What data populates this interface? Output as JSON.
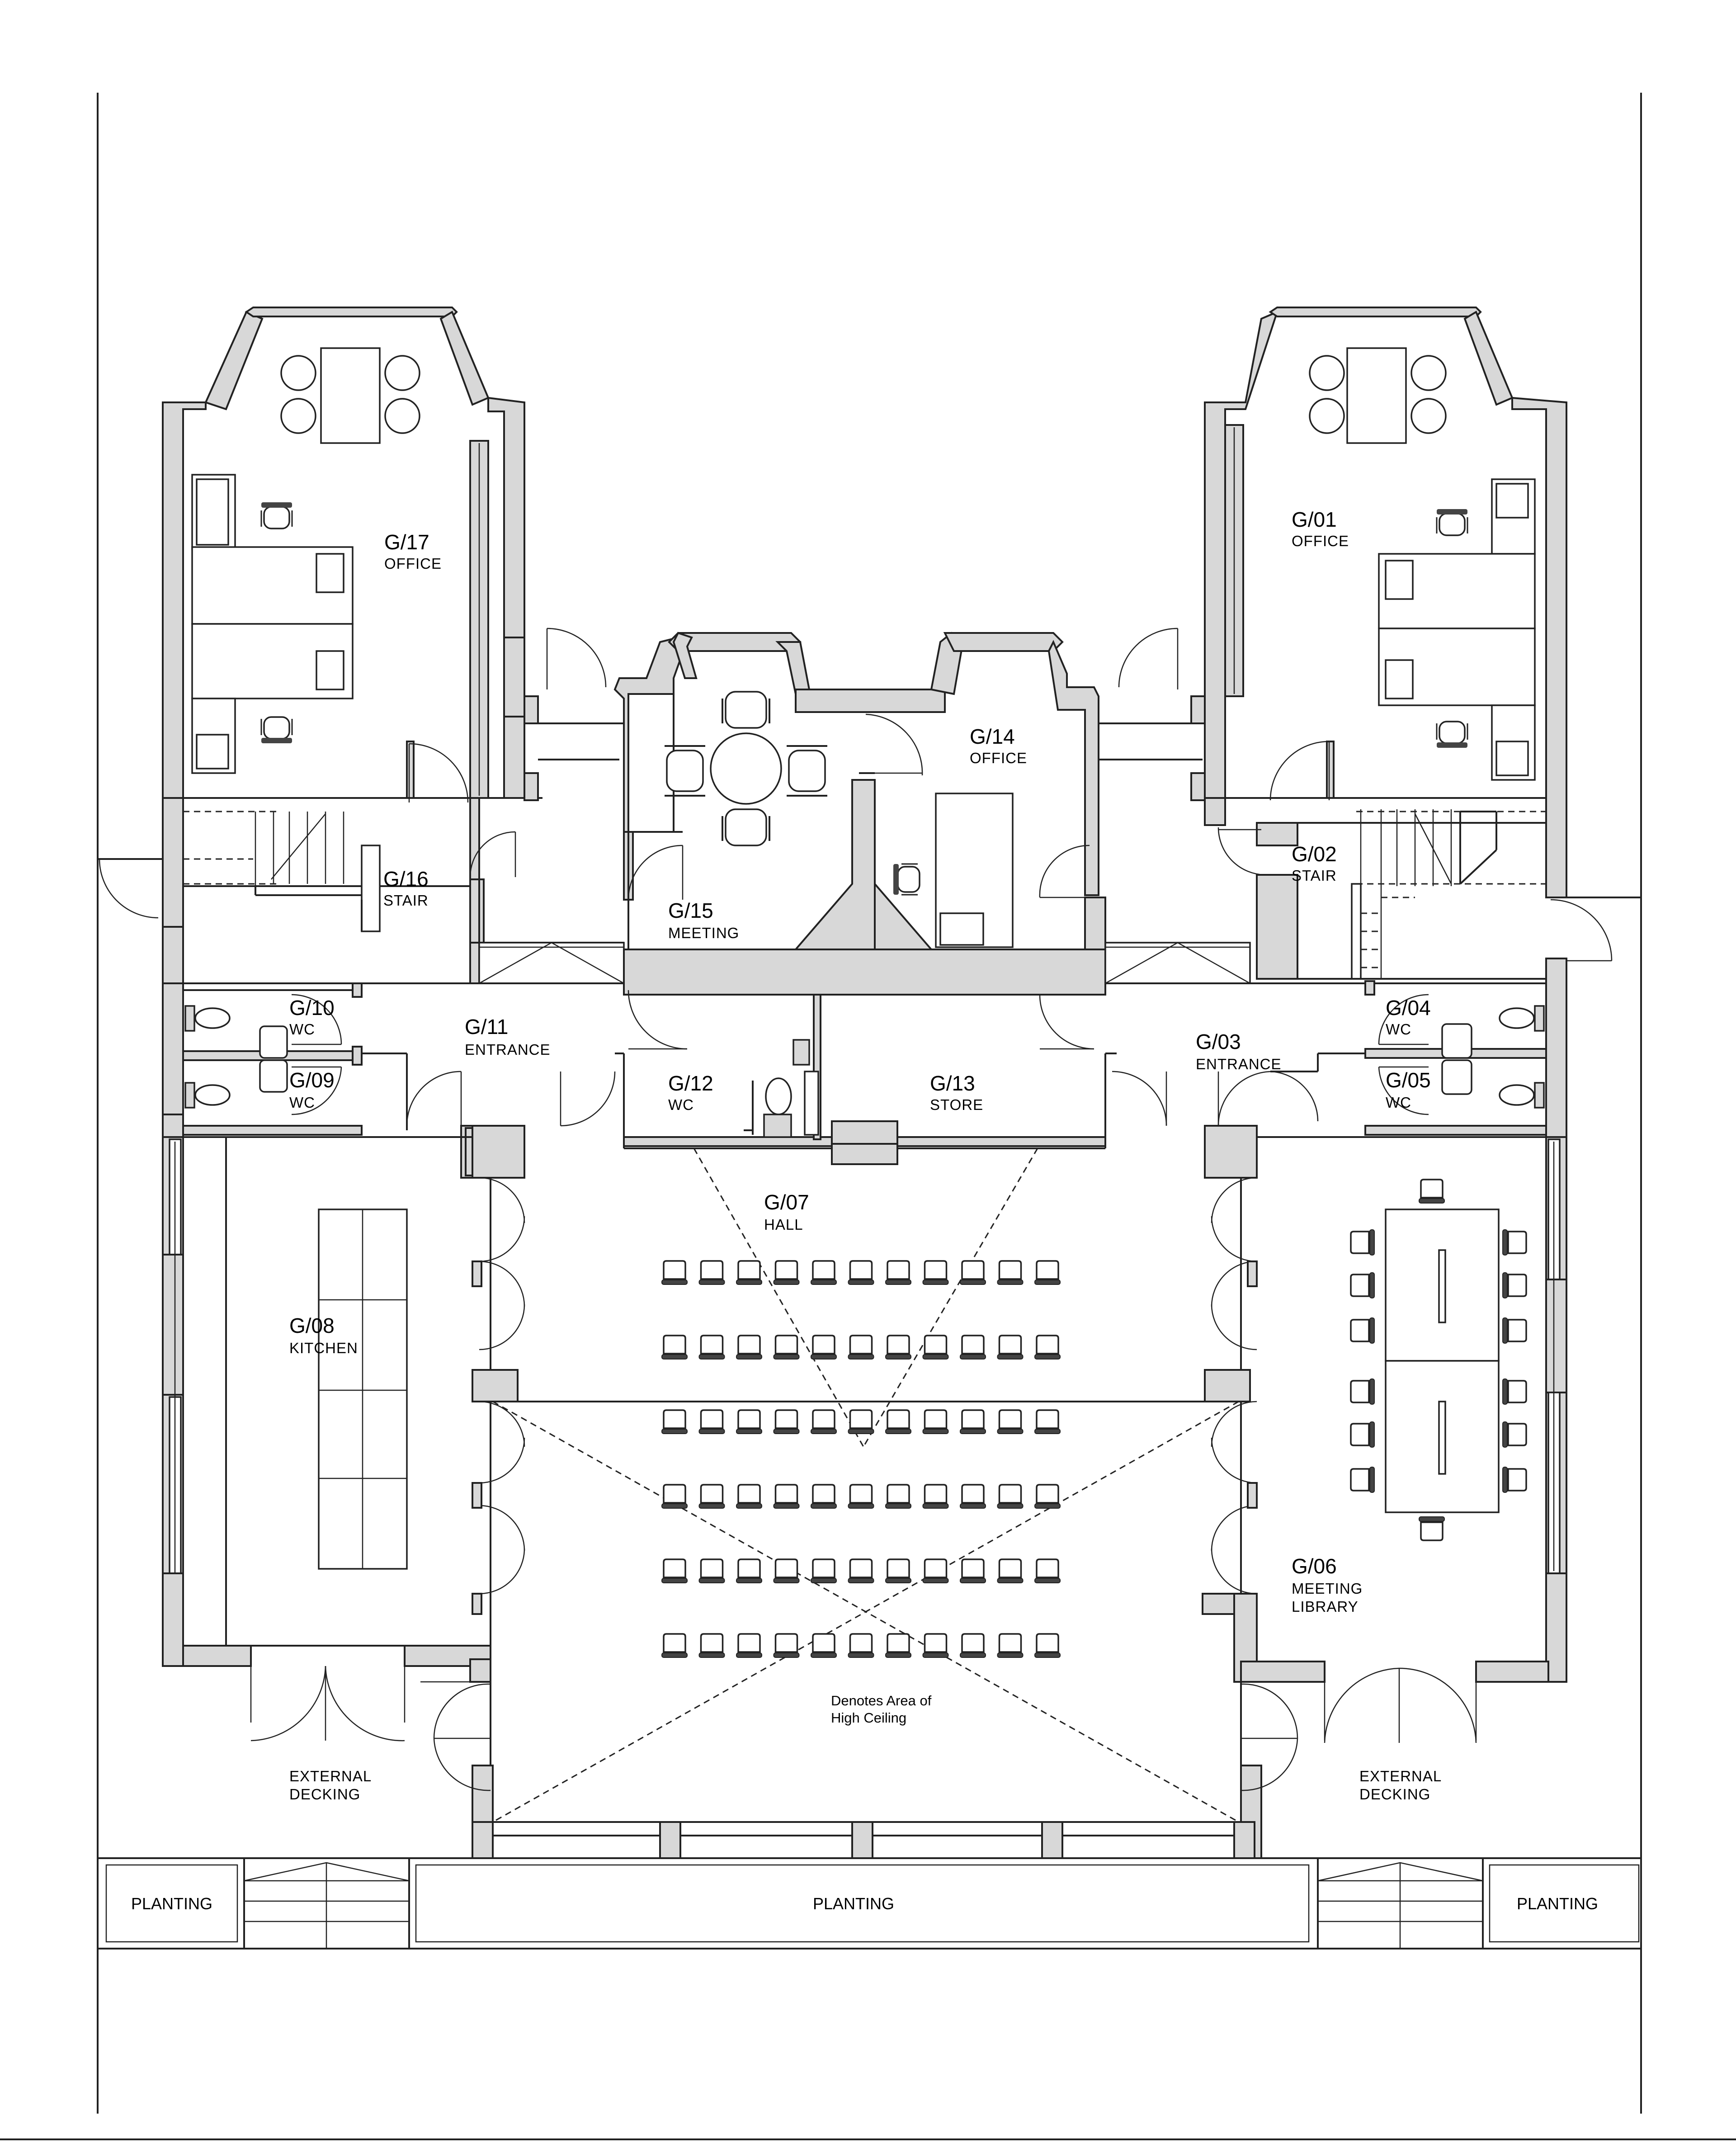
{
  "rooms": {
    "g17": {
      "code": "G/17",
      "name": "OFFICE"
    },
    "g16": {
      "code": "G/16",
      "name": "STAIR"
    },
    "g15": {
      "code": "G/15",
      "name": "MEETING"
    },
    "g14": {
      "code": "G/14",
      "name": "OFFICE"
    },
    "g01": {
      "code": "G/01",
      "name": "OFFICE"
    },
    "g02": {
      "code": "G/02",
      "name": "STAIR"
    },
    "g10": {
      "code": "G/10",
      "name": "WC"
    },
    "g09": {
      "code": "G/09",
      "name": "WC"
    },
    "g11": {
      "code": "G/11",
      "name": "ENTRANCE"
    },
    "g12": {
      "code": "G/12",
      "name": "WC"
    },
    "g13": {
      "code": "G/13",
      "name": "STORE"
    },
    "g03": {
      "code": "G/03",
      "name": "ENTRANCE"
    },
    "g04": {
      "code": "G/04",
      "name": "WC"
    },
    "g05": {
      "code": "G/05",
      "name": "WC"
    },
    "g07": {
      "code": "G/07",
      "name": "HALL"
    },
    "g08": {
      "code": "G/08",
      "name": "KITCHEN"
    },
    "g06": {
      "code": "G/06",
      "name_line1": "MEETING",
      "name_line2": "LIBRARY"
    }
  },
  "notes": {
    "high_ceiling_line1": "Denotes Area of",
    "high_ceiling_line2": "High Ceiling",
    "decking_left_line1": "EXTERNAL",
    "decking_left_line2": "DECKING",
    "decking_right_line1": "EXTERNAL",
    "decking_right_line2": "DECKING"
  },
  "planting": {
    "left": "PLANTING",
    "center": "PLANTING",
    "right": "PLANTING"
  }
}
